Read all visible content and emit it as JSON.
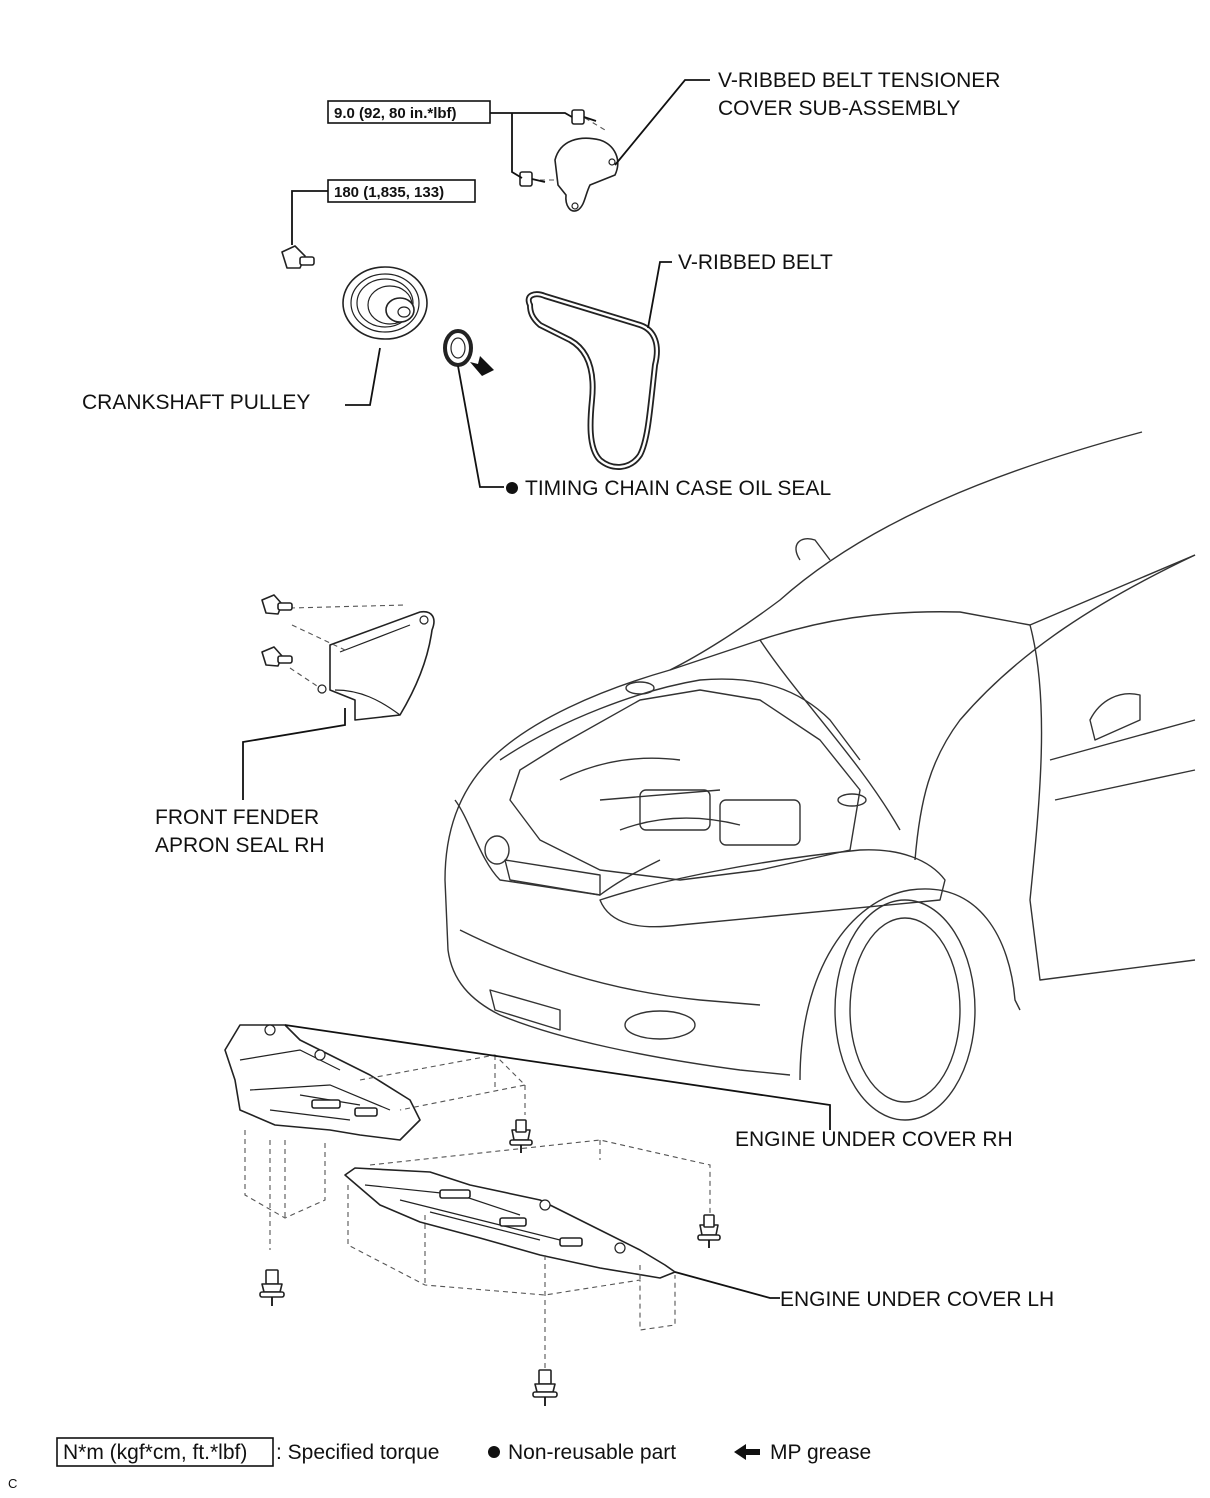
{
  "diagram": {
    "labels": {
      "tensioner_cover_line1": "V-RIBBED BELT TENSIONER",
      "tensioner_cover_line2": "COVER SUB-ASSEMBLY",
      "v_ribbed_belt": "V-RIBBED BELT",
      "crankshaft_pulley": "CRANKSHAFT PULLEY",
      "timing_chain_case_oil_seal": "TIMING CHAIN CASE OIL SEAL",
      "front_fender_line1": "FRONT FENDER",
      "front_fender_line2": "APRON SEAL RH",
      "engine_under_cover_rh": "ENGINE UNDER COVER RH",
      "engine_under_cover_lh": "ENGINE UNDER COVER LH"
    },
    "torques": {
      "tensioner_cover_bolt": "9.0 (92, 80 in.*lbf)",
      "crankshaft_pulley_bolt": "180 (1,835, 133)"
    },
    "legend": {
      "torque_box": "N*m (kgf*cm, ft.*lbf)",
      "torque_text": ": Specified torque",
      "nonreusable_text": "Non-reusable part",
      "grease_text": "MP grease"
    },
    "corner_code": "C"
  }
}
